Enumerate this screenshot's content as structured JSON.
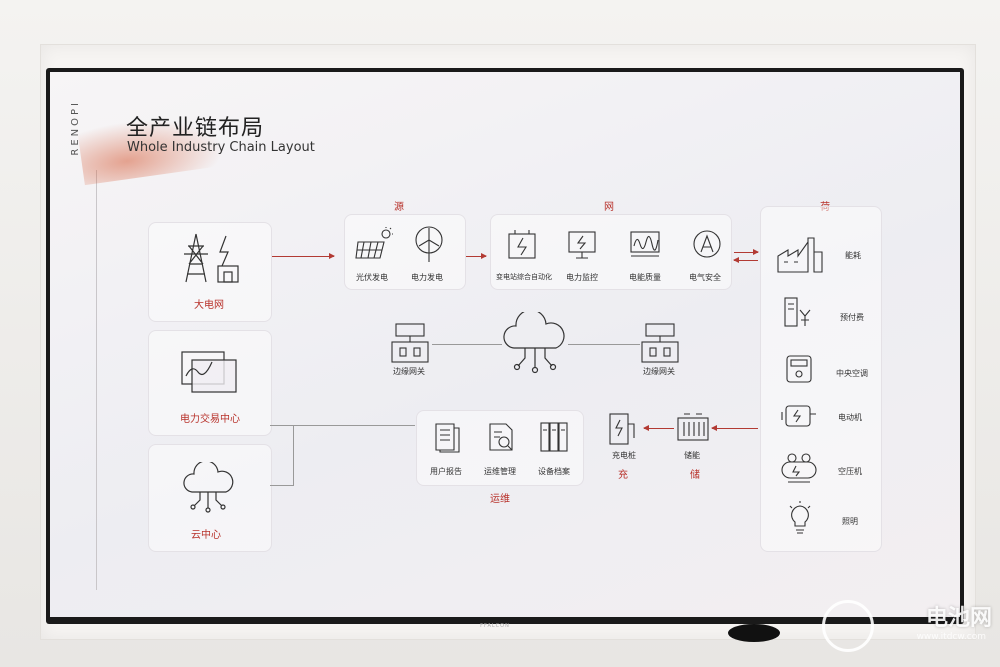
{
  "brand": "RENOPI",
  "tv_brand": "FFALCON",
  "title": "全产业链布局",
  "subtitle": "Whole Industry Chain Layout",
  "sections": {
    "source": "源",
    "grid": "网",
    "load": "荷",
    "charge": "充",
    "storage": "储",
    "ops": "运维"
  },
  "left": {
    "grid": "大电网",
    "trade": "电力交易中心",
    "cloud": "云中心"
  },
  "source_items": {
    "pv": "光伏发电",
    "wind": "电力发电"
  },
  "grid_items": {
    "substation": "变电站综合自动化",
    "monitor": "电力监控",
    "quality": "电能质量",
    "safety": "电气安全"
  },
  "gateway_left": "边缘网关",
  "gateway_right": "边缘网关",
  "ops_items": {
    "report": "用户报告",
    "manage": "运维管理",
    "archive": "设备档案"
  },
  "charger": "充电桩",
  "battery": "储能",
  "load_items": {
    "energy": "能耗",
    "prepay": "预付费",
    "hvac": "中央空调",
    "motor": "电动机",
    "compressor": "空压机",
    "lighting": "照明"
  },
  "watermark": {
    "text": "电池网",
    "url": "www.itdcw.com"
  },
  "colors": {
    "accent": "#b8322b",
    "icon": "#333333"
  },
  "icons": [
    "pylon-icon",
    "solar-panel-icon",
    "wind-turbine-icon",
    "substation-icon",
    "monitor-icon",
    "waveform-icon",
    "ammeter-icon",
    "factory-icon",
    "prepaid-meter-icon",
    "thermostat-icon",
    "motor-icon",
    "compressor-icon",
    "bulb-icon",
    "cloud-icon",
    "gateway-icon",
    "report-icon",
    "manage-icon",
    "archive-icon",
    "charger-icon",
    "battery-icon",
    "trade-chart-icon"
  ]
}
